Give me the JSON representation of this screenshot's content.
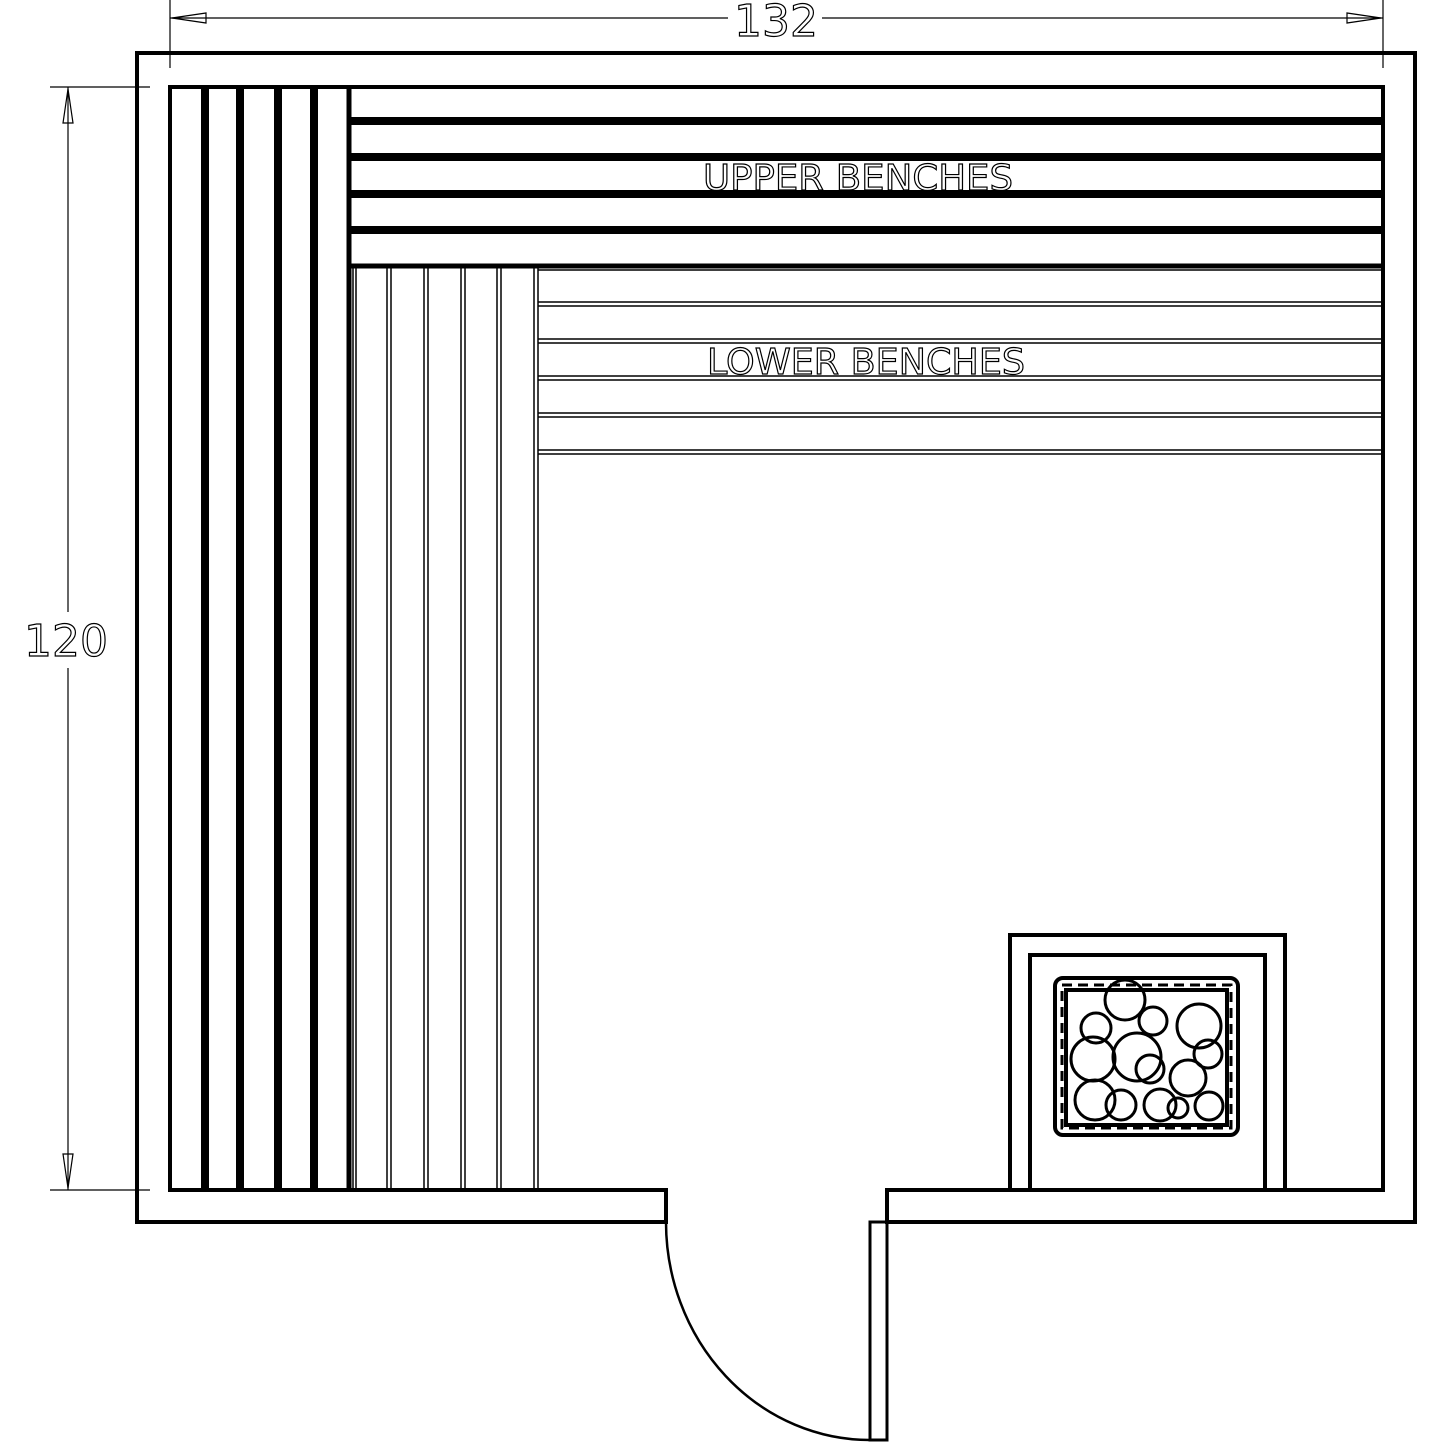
{
  "dimensions": {
    "width_label": "132",
    "height_label": "120"
  },
  "labels": {
    "upper": "UPPER BENCHES",
    "lower": "LOWER BENCHES"
  },
  "colors": {
    "line": "#000000",
    "background": "#ffffff"
  }
}
